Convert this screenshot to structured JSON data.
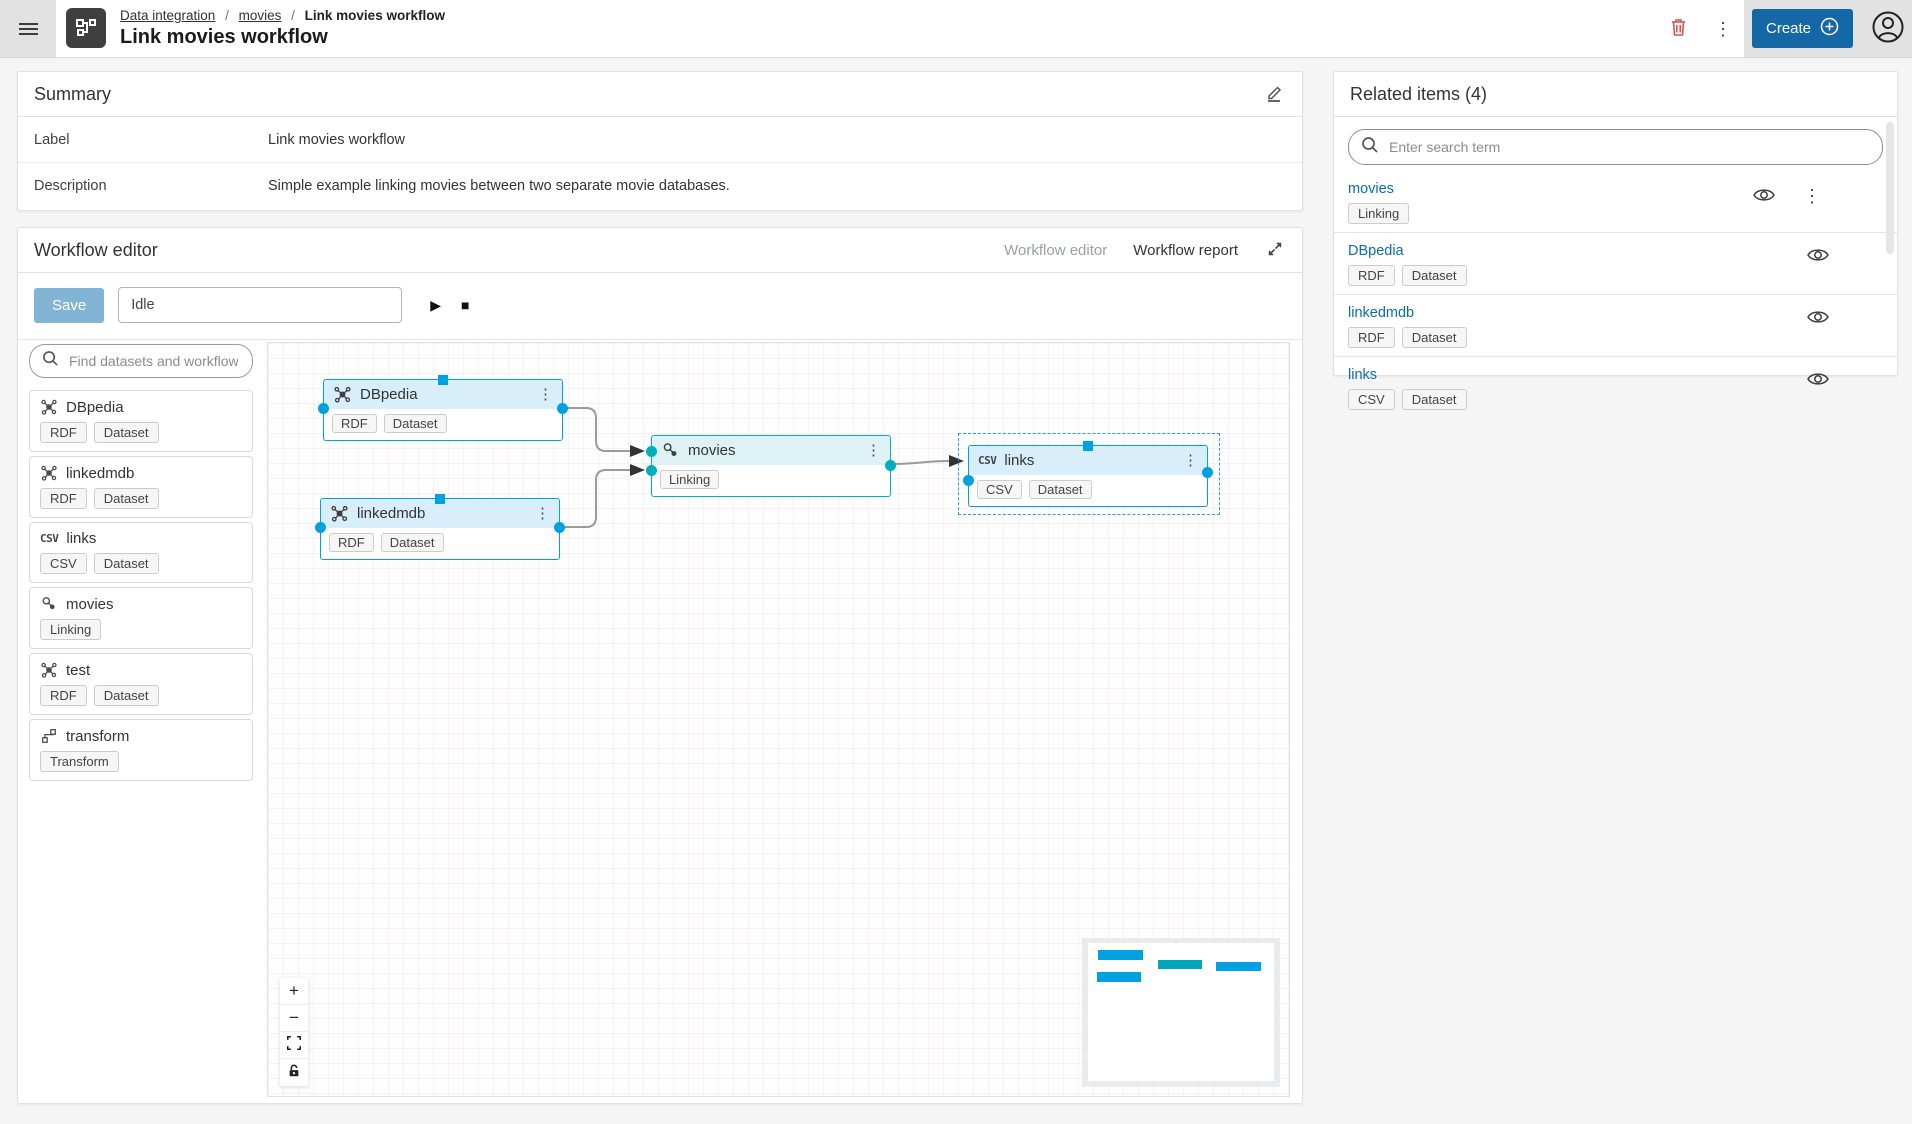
{
  "header": {
    "breadcrumb": {
      "items": [
        "Data integration",
        "movies",
        "Link movies workflow"
      ],
      "separator": "/"
    },
    "title": "Link movies workflow",
    "create_label": "Create"
  },
  "summary": {
    "title": "Summary",
    "label_field": {
      "label": "Label",
      "value": "Link movies workflow"
    },
    "description_field": {
      "label": "Description",
      "value": "Simple example linking movies between two separate movie databases."
    }
  },
  "workflow": {
    "title": "Workflow editor",
    "tab_editor": "Workflow editor",
    "tab_report": "Workflow report",
    "save_label": "Save",
    "status_value": "Idle",
    "search_placeholder": "Find datasets and workflow op",
    "csv_glyph": "CSV",
    "operators": [
      {
        "name": "DBpedia",
        "icon": "rdf-dataset-icon",
        "tags": [
          "RDF",
          "Dataset"
        ]
      },
      {
        "name": "linkedmdb",
        "icon": "rdf-dataset-icon",
        "tags": [
          "RDF",
          "Dataset"
        ]
      },
      {
        "name": "links",
        "icon": "csv-dataset-icon",
        "tags": [
          "CSV",
          "Dataset"
        ]
      },
      {
        "name": "movies",
        "icon": "linking-icon",
        "tags": [
          "Linking"
        ]
      },
      {
        "name": "test",
        "icon": "rdf-dataset-icon",
        "tags": [
          "RDF",
          "Dataset"
        ]
      },
      {
        "name": "transform",
        "icon": "transform-icon",
        "tags": [
          "Transform"
        ]
      }
    ],
    "nodes": [
      {
        "name": "DBpedia",
        "icon": "rdf-dataset-icon",
        "tags": [
          "RDF",
          "Dataset"
        ]
      },
      {
        "name": "linkedmdb",
        "icon": "rdf-dataset-icon",
        "tags": [
          "RDF",
          "Dataset"
        ]
      },
      {
        "name": "movies",
        "icon": "linking-icon",
        "tags": [
          "Linking"
        ]
      },
      {
        "name": "links",
        "icon": "csv-dataset-icon",
        "tags": [
          "CSV",
          "Dataset"
        ]
      }
    ]
  },
  "related": {
    "title": "Related items (4)",
    "search_placeholder": "Enter search term",
    "items": [
      {
        "name": "movies",
        "tags": [
          "Linking"
        ]
      },
      {
        "name": "DBpedia",
        "tags": [
          "RDF",
          "Dataset"
        ]
      },
      {
        "name": "linkedmdb",
        "tags": [
          "RDF",
          "Dataset"
        ]
      },
      {
        "name": "links",
        "tags": [
          "CSV",
          "Dataset"
        ]
      }
    ]
  },
  "icons": [
    "hamburger-icon",
    "workflow-logo-icon",
    "trash-icon",
    "more-vert-icon",
    "plus-circle-icon",
    "account-icon",
    "edit-icon",
    "expand-icon",
    "play-icon",
    "stop-icon",
    "search-icon",
    "eye-icon",
    "zoom-in-icon",
    "zoom-out-icon",
    "fit-view-icon",
    "unlock-icon"
  ],
  "colors": {
    "accent_blue": "#1468a6",
    "node_blue": "#00a1e0",
    "node_teal": "#00aebe",
    "link_blue": "#0b6db0",
    "danger_red": "#d9534f",
    "header_gray": "#e2e2e2"
  }
}
